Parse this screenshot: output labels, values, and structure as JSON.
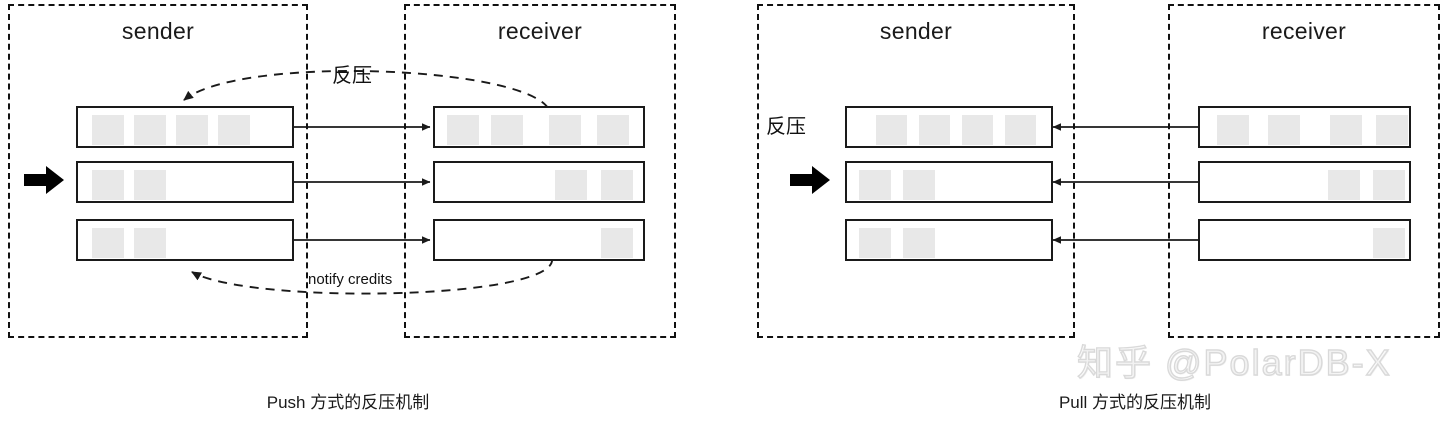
{
  "figure": {
    "title_left": "Push 方式的反压机制",
    "title_right": "Pull 方式的反压机制",
    "watermark": "知乎 @PolarDB-X",
    "colors": {
      "stroke": "#1a1a1a",
      "cell_fill": "#e8e8e8",
      "background": "#ffffff",
      "watermark": "#d8d8d8"
    }
  },
  "diagrams": [
    {
      "id": "push",
      "caption": "Push 方式的反压机制",
      "sender": {
        "label": "sender",
        "queues": [
          {
            "name": "queue-1",
            "capacity": 4,
            "filled": 4,
            "fill_side": "left"
          },
          {
            "name": "queue-2",
            "capacity": 4,
            "filled": 2,
            "fill_side": "left"
          },
          {
            "name": "queue-3",
            "capacity": 4,
            "filled": 2,
            "fill_side": "left"
          }
        ]
      },
      "receiver": {
        "label": "receiver",
        "queues": [
          {
            "name": "queue-1",
            "capacity": 4,
            "filled": 4,
            "fill_side": "left"
          },
          {
            "name": "queue-2",
            "capacity": 4,
            "filled": 2,
            "fill_side": "right"
          },
          {
            "name": "queue-3",
            "capacity": 4,
            "filled": 1,
            "fill_side": "right"
          }
        ]
      },
      "flow_arrows": 3,
      "annotations": [
        {
          "name": "backpressure-label",
          "text": "反压"
        },
        {
          "name": "notify-credits-label",
          "text": "notify credits"
        }
      ],
      "input_arrow": "black-right-arrow"
    },
    {
      "id": "pull",
      "caption": "Pull 方式的反压机制",
      "sender": {
        "label": "sender",
        "queues": [
          {
            "name": "queue-1",
            "capacity": 4,
            "filled": 4,
            "fill_side": "left"
          },
          {
            "name": "queue-2",
            "capacity": 4,
            "filled": 2,
            "fill_side": "left"
          },
          {
            "name": "queue-3",
            "capacity": 4,
            "filled": 2,
            "fill_side": "left"
          }
        ]
      },
      "receiver": {
        "label": "receiver",
        "queues": [
          {
            "name": "queue-1",
            "capacity": 4,
            "filled": 4,
            "fill_side": "left"
          },
          {
            "name": "queue-2",
            "capacity": 4,
            "filled": 2,
            "fill_side": "right"
          },
          {
            "name": "queue-3",
            "capacity": 4,
            "filled": 1,
            "fill_side": "right"
          }
        ]
      },
      "flow_arrows": 3,
      "annotations": [
        {
          "name": "backpressure-label",
          "text": "反压"
        }
      ],
      "input_arrow": "black-right-arrow"
    }
  ],
  "labels": {
    "sender": "sender",
    "receiver": "receiver",
    "backpressure": "反压",
    "notify_credits": "notify credits"
  }
}
